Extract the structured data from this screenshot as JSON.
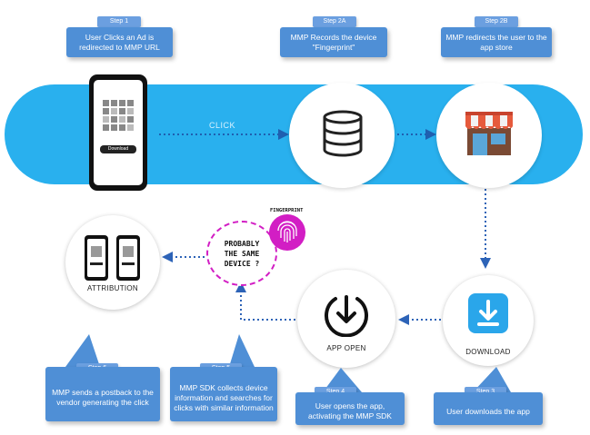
{
  "steps": {
    "s1": {
      "tag": "Step 1",
      "text": "User Clicks an Ad is redirected to MMP URL"
    },
    "s2a": {
      "tag": "Step 2A",
      "text": "MMP Records the device \"Fingerprint\""
    },
    "s2b": {
      "tag": "Step 2B",
      "text": "MMP redirects the user to the app store"
    },
    "s3": {
      "tag": "Step 3",
      "text": "User downloads the app"
    },
    "s4": {
      "tag": "Step 4",
      "text": "User opens the app, activating the MMP SDK"
    },
    "s5": {
      "tag": "Step 5",
      "text": "MMP SDK collects device information and searches for clicks with similar information"
    },
    "s6": {
      "tag": "Step 6",
      "text": "MMP sends a postback to the vendor generating the click"
    }
  },
  "labels": {
    "click": "CLICK",
    "phone_button": "Download",
    "download": "DOWNLOAD",
    "app_open": "APP OPEN",
    "attribution": "ATTRIBUTION",
    "probably_same": "PROBABLY THE SAME DEVICE ?",
    "fingerprint": "FINGERPRINT"
  },
  "colors": {
    "band": "#29b0ee",
    "callout": "#4f8fd6",
    "arrow": "#2d63b7",
    "magenta": "#d21ec4",
    "download_icon_bg": "#2aa6ea"
  },
  "icons": [
    "phone-icon",
    "database-icon",
    "store-icon",
    "download-icon",
    "app-open-icon",
    "fingerprint-icon",
    "attribution-phones-icon"
  ]
}
